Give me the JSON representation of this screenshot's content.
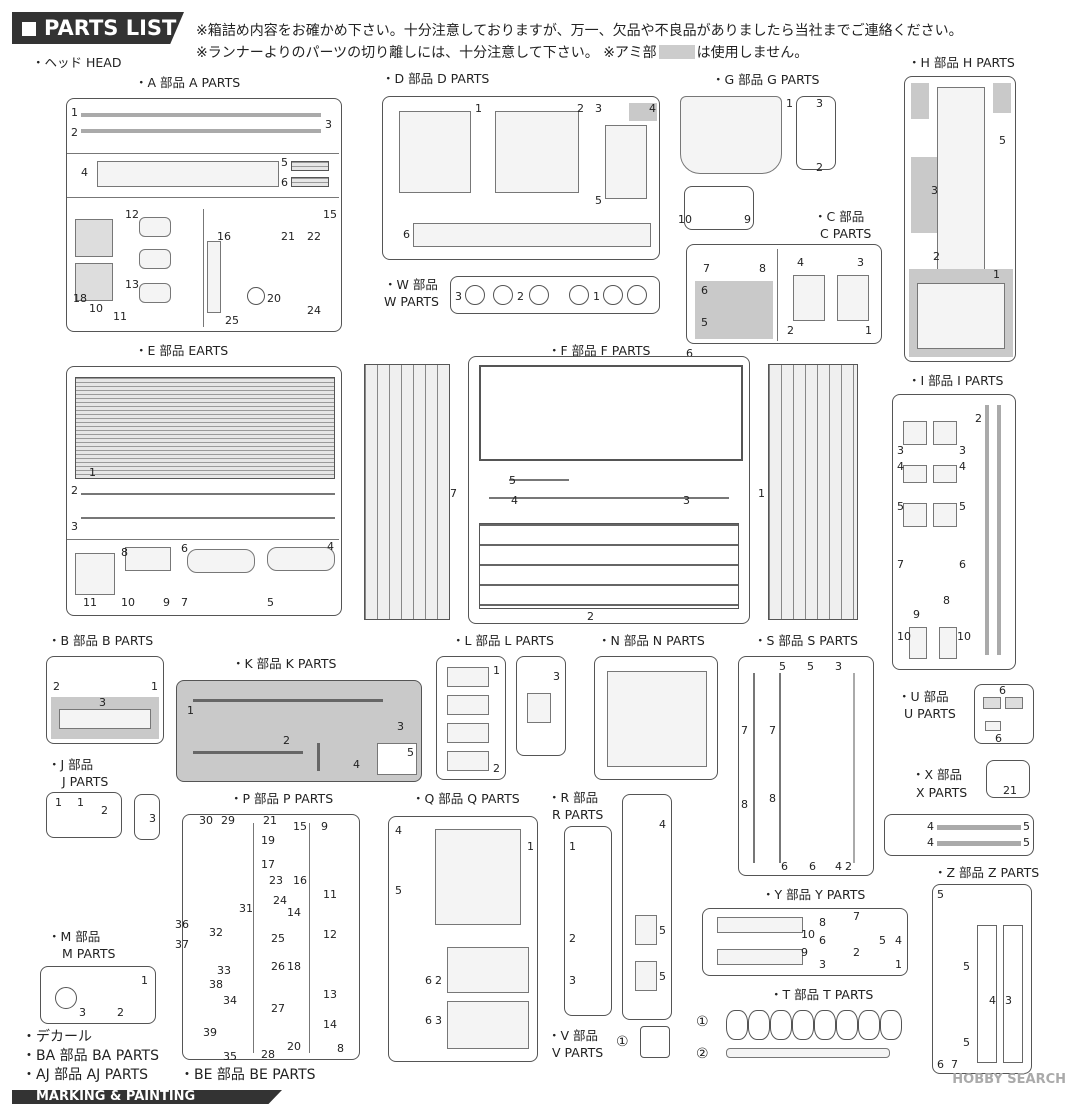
{
  "header": {
    "title": "PARTS LIST"
  },
  "notes": {
    "line1": "※箱詰め内容をお確かめ下さい。十分注意しておりますが、万一、欠品や不良品がありましたら当社までご連絡ください。",
    "line2a": "※ランナーよりのパーツの切り離しには、十分注意して下さい。 ※アミ部",
    "line2b": "は使用しません。"
  },
  "head_label": "・ヘッド HEAD",
  "parts": {
    "A": "・A 部品 A PARTS",
    "D": "・D 部品 D PARTS",
    "G": "・G 部品 G PARTS",
    "H": "・H 部品 H PARTS",
    "C1": "・C 部品",
    "C2": "C PARTS",
    "W1": "・W 部品",
    "W2": "W PARTS",
    "E": "・E 部品 EARTS",
    "F": "・F 部品 F PARTS",
    "I": "・I 部品 I PARTS",
    "B": "・B 部品 B PARTS",
    "K": "・K 部品 K PARTS",
    "L": "・L 部品 L PARTS",
    "N": "・N 部品 N PARTS",
    "S": "・S 部品 S PARTS",
    "U1": "・U 部品",
    "U2": "U PARTS",
    "J1": "・J 部品",
    "J2": "J PARTS",
    "X1": "・X 部品",
    "X2": "X PARTS",
    "P": "・P 部品 P PARTS",
    "Q": "・Q 部品 Q PARTS",
    "R1": "・R 部品",
    "R2": "R PARTS",
    "Z": "・Z 部品 Z PARTS",
    "Y": "・Y 部品 Y PARTS",
    "M1": "・M 部品",
    "M2": "M PARTS",
    "T": "・T 部品 T PARTS",
    "V1": "・V 部品",
    "V2": "V PARTS"
  },
  "extras": [
    "・デカール",
    "・BA 部品 BA PARTS",
    "・AJ 部品 AJ PARTS",
    "・BE 部品 BE PARTS"
  ],
  "footer_banner": "MARKING & PAINTING",
  "watermark": "HOBBY SEARCH",
  "numbers": {
    "n1": "1",
    "n2": "2",
    "n3": "3",
    "n4": "4",
    "n5": "5",
    "n6": "6",
    "n7": "7",
    "n8": "8",
    "n9": "9",
    "n10": "10",
    "n11": "11",
    "n12": "12",
    "n13": "13",
    "n14": "14",
    "n15": "15",
    "n16": "16",
    "n17": "17",
    "n18": "18",
    "n19": "19",
    "n20": "20",
    "n21": "21",
    "n22": "22",
    "n23": "23",
    "n24": "24",
    "n25": "25",
    "n26": "26",
    "n27": "27",
    "n28": "28",
    "n29": "29",
    "n30": "30",
    "n31": "31",
    "n32": "32",
    "n33": "33",
    "n34": "34",
    "n35": "35",
    "n36": "36",
    "n37": "37",
    "n38": "38",
    "n39": "39",
    "c1": "①",
    "c2": "②"
  }
}
